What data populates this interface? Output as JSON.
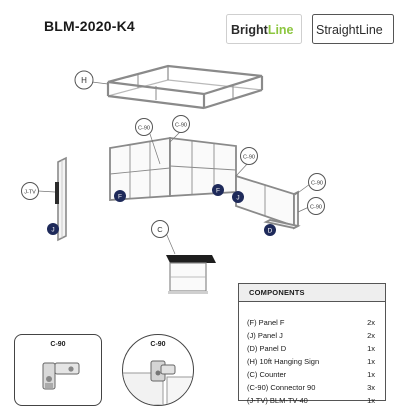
{
  "header": {
    "model": "BLM-2020-K4",
    "brand_left": {
      "prefix": "Bright",
      "suffix": "Line"
    },
    "brand_right": {
      "prefix": "Straight",
      "suffix": "Line"
    }
  },
  "callouts": {
    "hanging_sign": "H",
    "connector_a": "C-90",
    "connector_b": "C-90",
    "connector_c": "C-90",
    "connector_d": "C-90",
    "connector_e": "C-90",
    "tv": "J-TV",
    "counter": "C",
    "panel_f_left": "F",
    "panel_f_right": "F",
    "panel_j_left": "J",
    "panel_j_right": "J",
    "panel_d": "D"
  },
  "components": {
    "title": "COMPONENTS",
    "items": [
      {
        "name": "(F) Panel F",
        "qty": "2x"
      },
      {
        "name": "(J) Panel J",
        "qty": "2x"
      },
      {
        "name": "(D) Panel D",
        "qty": "1x"
      },
      {
        "name": "(H) 10ft Hanging Sign",
        "qty": "1x"
      },
      {
        "name": "(C) Counter",
        "qty": "1x"
      },
      {
        "name": "(C-90) Connector 90",
        "qty": "3x"
      },
      {
        "name": "(J-TV) BLM-TV-40",
        "qty": "1x"
      }
    ]
  },
  "details": {
    "box_label": "C-90",
    "circle_label": "C-90"
  },
  "colors": {
    "badge_navy": "#1e2a5a",
    "brightline_green": "#8cc63f",
    "frame_gray": "#888888"
  }
}
